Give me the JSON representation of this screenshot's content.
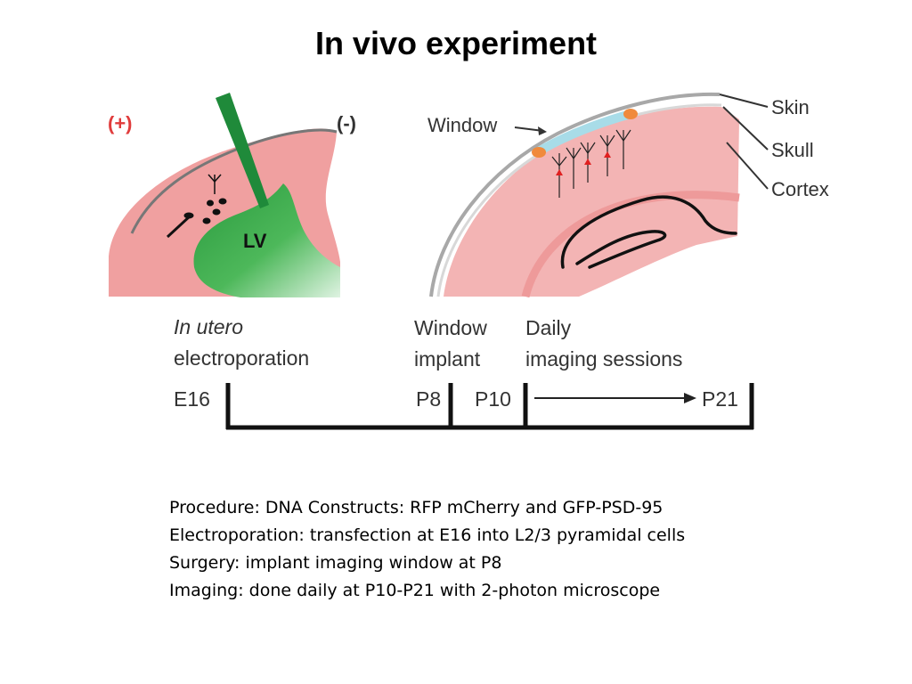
{
  "title": "In vivo experiment",
  "figure": {
    "left_panel": {
      "plus_label": "(+)",
      "minus_label": "(-)",
      "ventricle_label": "LV"
    },
    "right_panel": {
      "window_label": "Window",
      "skin_label": "Skin",
      "skull_label": "Skull",
      "cortex_label": "Cortex"
    },
    "timeline": {
      "stage1_line1": "In utero",
      "stage1_line2": "electroporation",
      "stage2_line1": "Window",
      "stage2_line2": "implant",
      "stage3_line1": "Daily",
      "stage3_line2": "imaging sessions",
      "tick_e16": "E16",
      "tick_p8": "P8",
      "tick_p10": "P10",
      "tick_p21": "P21"
    },
    "colors": {
      "tissue_left": "#f0a0a0",
      "tissue_right": "#f3b4b4",
      "needle_green": "#1f8a3a",
      "ventricle_green": "#3aa84a",
      "window_cyan": "#a8dce8",
      "window_edge_orange": "#f08a3c",
      "skull_gray": "#a8a8a8",
      "plus_red": "#e03c3c"
    }
  },
  "notes": [
    "Procedure: DNA Constructs: RFP mCherry and GFP-PSD-95",
    "Electroporation: transfection at E16 into L2/3 pyramidal cells",
    "Surgery: implant imaging window at P8",
    "Imaging: done daily at P10-P21 with 2-photon microscope"
  ]
}
